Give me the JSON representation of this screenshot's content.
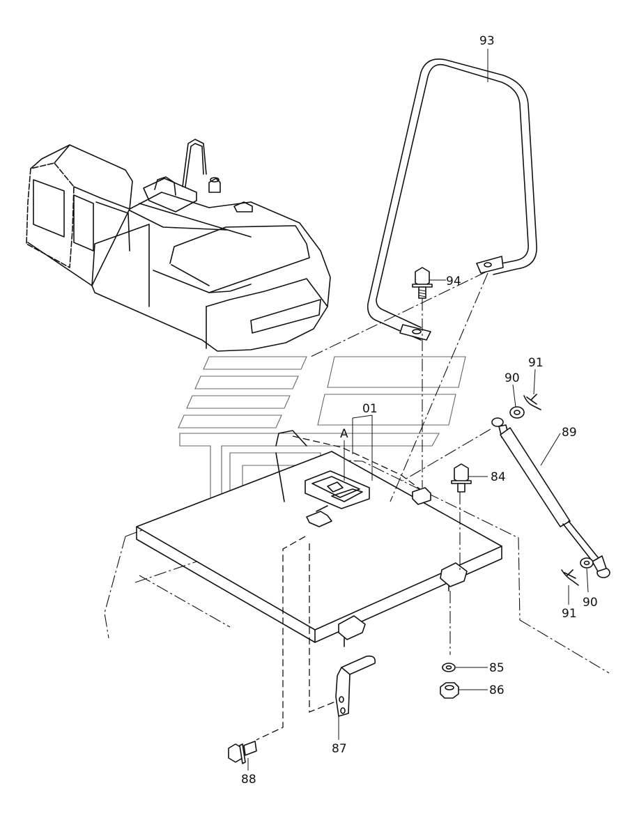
{
  "labels": {
    "p93": "93",
    "p94": "94",
    "p91a": "91",
    "p90a": "90",
    "p89": "89",
    "p84": "84",
    "p01": "01",
    "pA": "A",
    "p91b": "91",
    "p90b": "90",
    "p85": "85",
    "p86": "86",
    "p87": "87",
    "p88": "88"
  },
  "icons": [
    "excavator-overview",
    "handrail",
    "bolt",
    "washer",
    "clip",
    "gas-spring",
    "cover-plate",
    "latch",
    "bracket",
    "nut",
    "watermark-logo"
  ]
}
